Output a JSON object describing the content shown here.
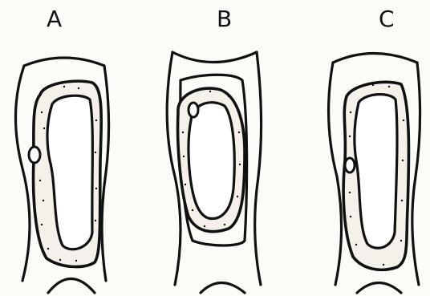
{
  "figure": {
    "panels": [
      {
        "label": "A",
        "state": "turgid cell (protoplast against wall)"
      },
      {
        "label": "B",
        "state": "plasmolysed cell (protoplast shrunk from wall)"
      },
      {
        "label": "C",
        "state": "cell with protoplast against wall"
      }
    ],
    "colors": {
      "ink": "#111111",
      "paper": "#fbfbf8",
      "cytoplasm": "#f3f1ea"
    }
  }
}
